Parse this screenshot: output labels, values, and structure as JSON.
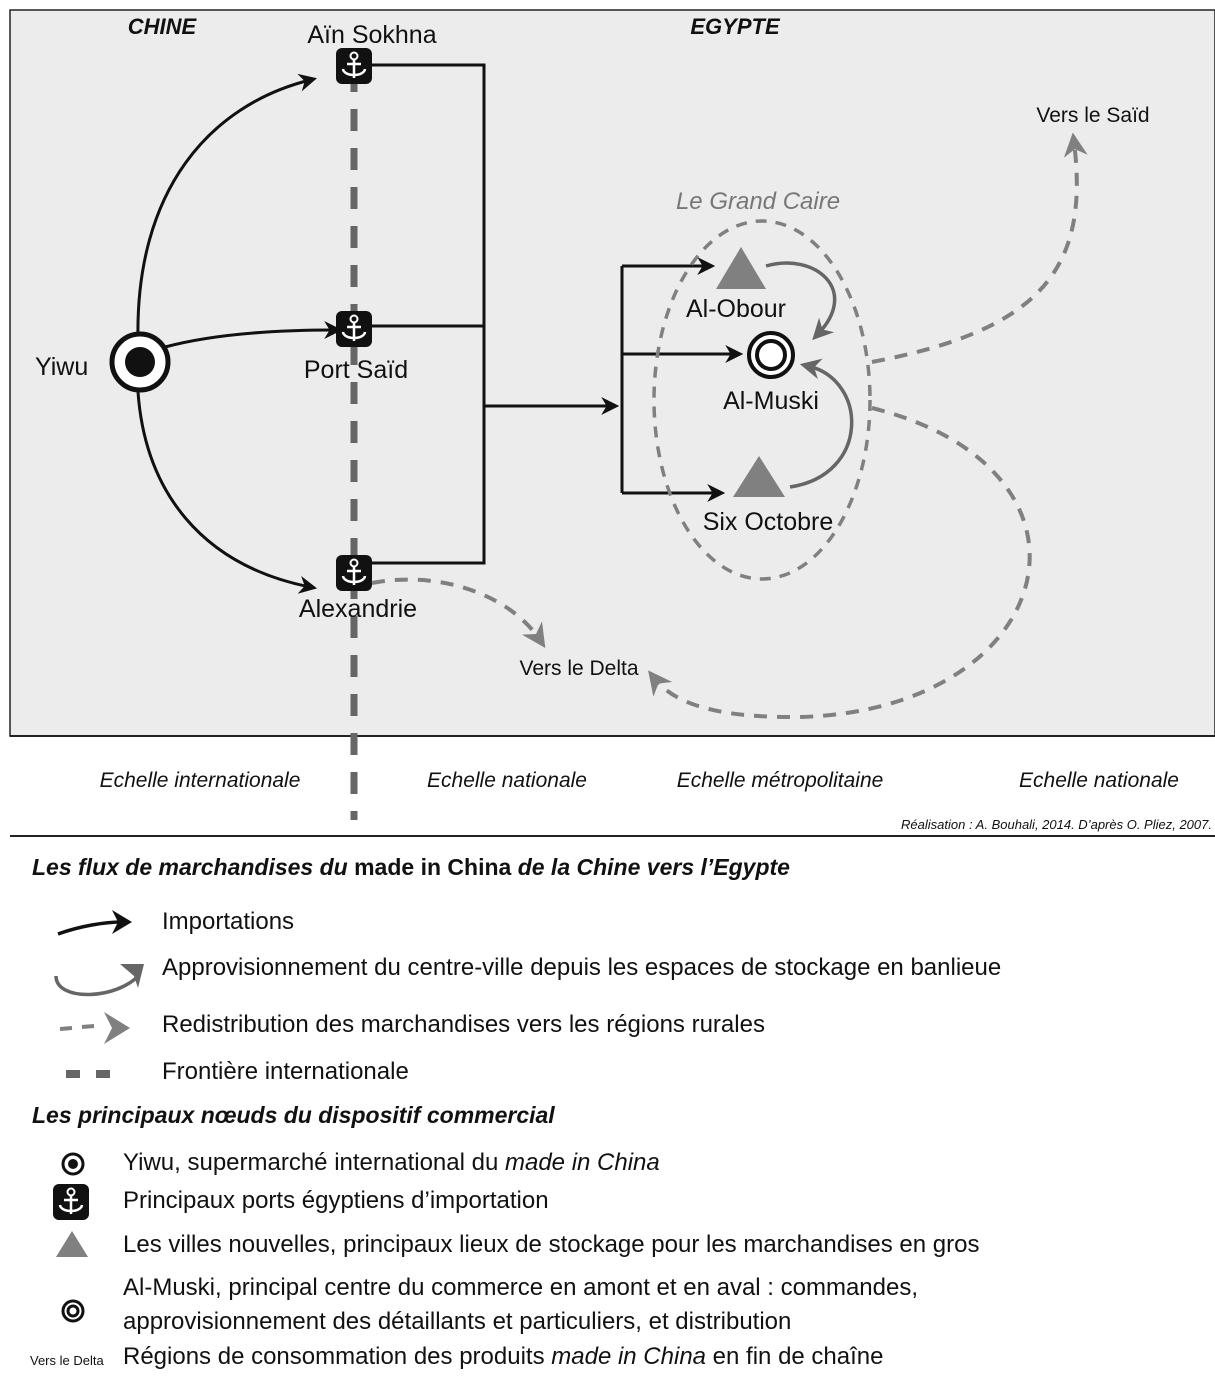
{
  "map": {
    "countries": {
      "china": "CHINE",
      "egypt": "EGYPTE"
    },
    "nodes": {
      "yiwu": "Yiwu",
      "ain_sokhna": "Aïn Sokhna",
      "port_said": "Port Saïd",
      "alexandrie": "Alexandrie",
      "al_obour": "Al-Obour",
      "al_muski": "Al-Muski",
      "six_octobre": "Six Octobre"
    },
    "region_label": "Le Grand Caire",
    "destinations": {
      "said": "Vers le Saïd",
      "delta": "Vers le Delta"
    }
  },
  "scales": {
    "items": [
      "Echelle internationale",
      "Echelle nationale",
      "Echelle métropolitaine",
      "Echelle nationale"
    ],
    "credit": "Réalisation : A. Bouhali, 2014. D’après O. Pliez, 2007."
  },
  "legend": {
    "title1": {
      "part1": "Les flux de marchandises du ",
      "part2": "made in China",
      "part3": " de la Chine vers l’Egypte"
    },
    "flows": [
      "Importations",
      "Approvisionnement du centre-ville depuis les espaces de stockage en banlieue",
      "Redistribution des marchandises vers les régions rurales",
      "Frontière internationale"
    ],
    "title2": "Les principaux nœuds du dispositif commercial",
    "nodes": {
      "yiwu": {
        "part1": "Yiwu, supermarché international du ",
        "part2": "made in China"
      },
      "ports": "Principaux ports égyptiens d’importation",
      "villes": "Les villes nouvelles, principaux lieux de stockage pour les marchandises en gros",
      "muski_line1": "Al-Muski, principal centre du commerce en amont et en aval : commandes,",
      "muski_line2": "approvisionnement des détaillants et particuliers, et distribution",
      "regions_symbol": "Vers le Delta",
      "regions": {
        "part1": "Régions de consommation des produits ",
        "part2": "made in China",
        "part3": " en fin de chaîne"
      }
    }
  },
  "colors": {
    "map_background": "#ececec",
    "black_flow": "#111111",
    "grey_flow": "#666666",
    "dashed_grey": "#808080",
    "region_label": "#777777"
  }
}
